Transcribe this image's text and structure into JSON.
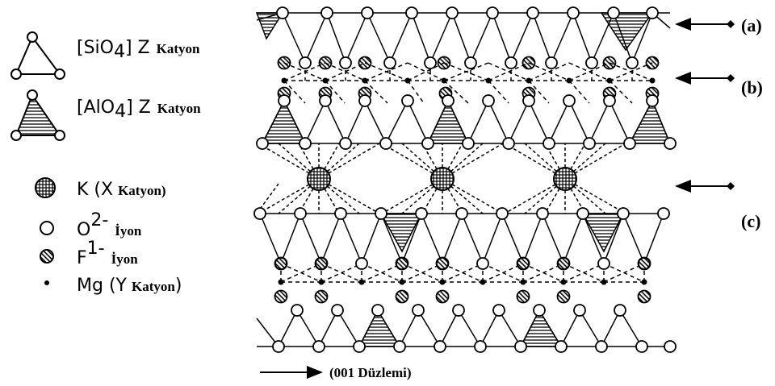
{
  "legend": {
    "sio4": {
      "formula": "[SiO",
      "sub": "4",
      "close": "] Z",
      "suffix": "Katyon",
      "icon": "plain-triangle-icon"
    },
    "alo4": {
      "formula": "[AlO",
      "sub": "4",
      "close": "] Z",
      "suffix": "Katyon",
      "icon": "hatched-triangle-icon"
    },
    "k": {
      "text": "K (X",
      "suffix": "Katyon)",
      "icon": "cross-hatched-circle-icon"
    },
    "o": {
      "text": "O",
      "sup": "2-",
      "suffix": "İyon",
      "icon": "open-circle-icon"
    },
    "f": {
      "text": "F",
      "sup": "1-",
      "suffix": "İyon",
      "icon": "hatched-circle-icon"
    },
    "mg": {
      "text": "Mg (Y",
      "suffix": "Katyon",
      "close": ")",
      "icon": "dot-icon"
    }
  },
  "layers": {
    "a": "(a)",
    "b": "(b)",
    "c": "(c)"
  },
  "axis_label": "(001 Düzlemi)",
  "colors": {
    "ink": "#000000",
    "background": "#ffffff"
  }
}
